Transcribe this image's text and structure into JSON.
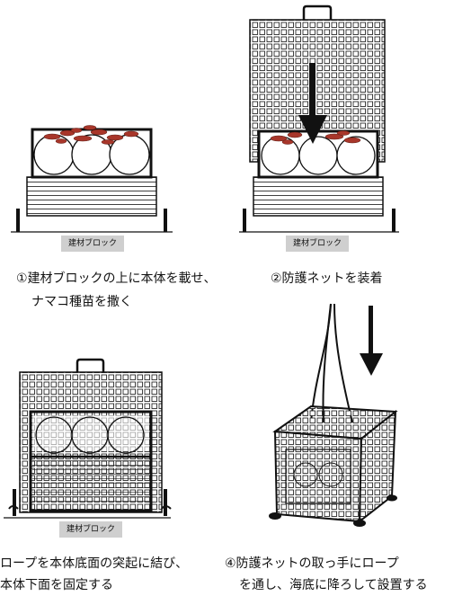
{
  "block_label": "建材ブロック",
  "steps": [
    {
      "line1": "①建材ブロックの上に本体を載せ、",
      "line2": "ナマコ種苗を撒く"
    },
    {
      "line1": "②防護ネットを装着",
      "line2": ""
    },
    {
      "line1": "ロープを本体底面の突起に結び、",
      "line2": "本体下面を固定する"
    },
    {
      "line1": "④防護ネットの取っ手にロープ",
      "line2": "を通し、海底に降ろして設置する"
    }
  ],
  "colors": {
    "line": "#111111",
    "seedlings": "#a8362a",
    "block": "#cfcfcf"
  },
  "icons": [
    "down-arrow-icon",
    "rope-icon",
    "seedlings-icon"
  ]
}
